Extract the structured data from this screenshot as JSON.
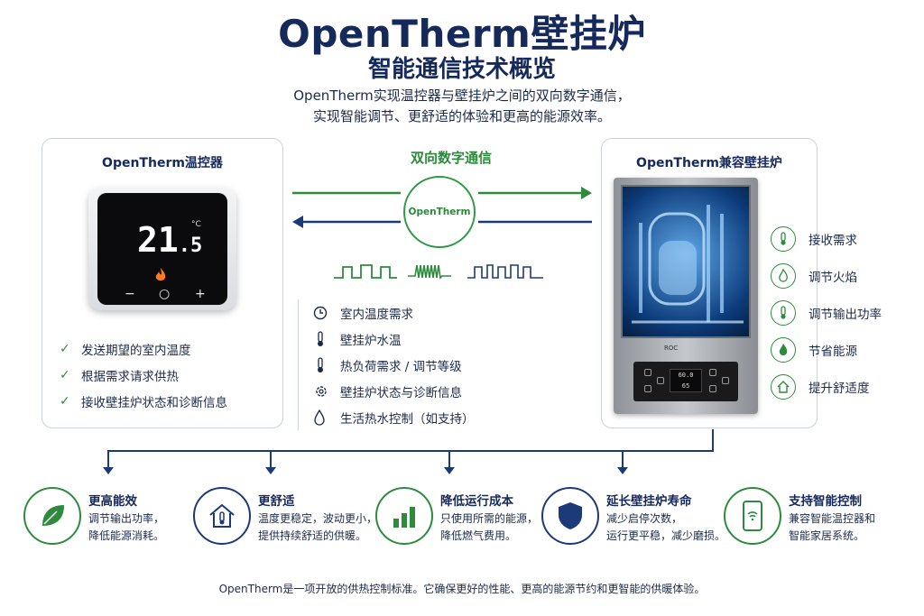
{
  "header": {
    "title": "OpenTherm壁挂炉",
    "subtitle": "智能通信技术概览",
    "intro_line1": "OpenTherm实现温控器与壁挂炉之间的双向数字通信，",
    "intro_line2": "实现智能调节、更舒适的体验和更高的能源效率。"
  },
  "thermostat_panel": {
    "title": "OpenTherm温控器",
    "display_temp_main": "21",
    "display_temp_decimal": ".5",
    "display_unit": "°C",
    "buttons": [
      "−",
      "○",
      "+"
    ],
    "items": [
      "发送期望的室内温度",
      "根据需求请求供热",
      "接收壁挂炉状态和诊断信息"
    ]
  },
  "communication": {
    "label": "双向数字通信",
    "protocol": "OpenTherm",
    "data_items": [
      {
        "icon": "clock-icon",
        "label": "室内温度需求"
      },
      {
        "icon": "thermometer-icon",
        "label": "壁挂炉水温"
      },
      {
        "icon": "thermometer-icon",
        "label": "热负荷需求 / 调节等级"
      },
      {
        "icon": "gear-icon",
        "label": "壁挂炉状态与诊断信息"
      },
      {
        "icon": "water-drop-icon",
        "label": "生活热水控制（如支持）"
      }
    ]
  },
  "boiler_panel": {
    "title": "OpenTherm兼容壁挂炉",
    "brand": "ROC",
    "lcd_line1": "60.0",
    "lcd_line2": "65",
    "features": [
      {
        "icon": "thermometer-icon",
        "label": "接收需求"
      },
      {
        "icon": "flame-icon",
        "label": "调节火焰"
      },
      {
        "icon": "thermometer-icon",
        "label": "调节输出功率"
      },
      {
        "icon": "flame-icon",
        "label": "节省能源"
      },
      {
        "icon": "home-icon",
        "label": "提升舒适度"
      }
    ]
  },
  "benefits": [
    {
      "icon": "leaf-icon",
      "title": "更高能效",
      "line1": "调节输出功率，",
      "line2": "降低能源消耗。"
    },
    {
      "icon": "house-thermometer-icon",
      "title": "更舒适",
      "line1": "温度更稳定，波动更小，",
      "line2": "提供持续舒适的供暖。"
    },
    {
      "icon": "bar-chart-icon",
      "title": "降低运行成本",
      "line1": "只使用所需的能源，",
      "line2": "降低燃气费用。"
    },
    {
      "icon": "shield-icon",
      "title": "延长壁挂炉寿命",
      "line1": "减少启停次数，",
      "line2": "运行更平稳，减少磨损。"
    },
    {
      "icon": "smartphone-wifi-icon",
      "title": "支持智能控制",
      "line1": "兼容智能温控器和",
      "line2": "智能家居系统。"
    }
  ],
  "footer": "OpenTherm是一项开放的供热控制标准。它确保更好的性能、更高的能源节约和更智能的供暖体验。",
  "colors": {
    "navy": "#16295b",
    "green": "#2e8b3e"
  }
}
